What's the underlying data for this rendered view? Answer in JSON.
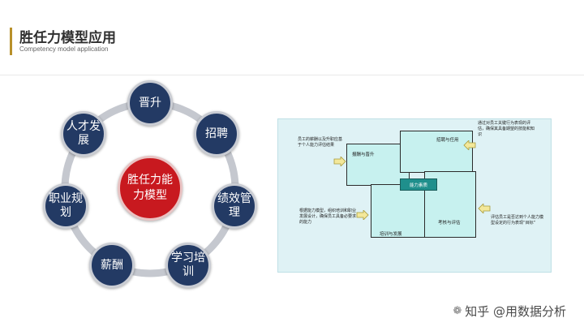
{
  "header": {
    "title": "胜任力模型应用",
    "subtitle": "Competency model application"
  },
  "wheel": {
    "center": "胜任力能力模型",
    "nodes": [
      "晋升",
      "招聘",
      "绩效管理",
      "学习培训",
      "薪酬",
      "职业规划",
      "人才发展"
    ]
  },
  "diagram": {
    "boxes": [
      "报酬与晋升",
      "招聘与任用",
      "培训与发展",
      "考核与评估"
    ],
    "core": "能力素质",
    "notes": [
      "员工的薪酬以及升职应基于个人能力评估结果",
      "通过对员工关键行为表现的评估，确保其具备期望的技能和知识",
      "根据能力模型，组织培训和职业发展设计，确保员工具备必要求的能力",
      "评估员工是否达到个人能力模型设定的行为表现“目标”"
    ]
  },
  "watermark": {
    "text": "知乎 @用数据分析"
  },
  "colors": {
    "node_fill": "#233a64",
    "center_fill": "#c8191f",
    "accent": "#b8902a",
    "panel_bg": "#dff2f5",
    "box_fill": "#c7f1ef",
    "core_fill": "#1f8f8c",
    "arrow_fill": "#f3e89a"
  }
}
